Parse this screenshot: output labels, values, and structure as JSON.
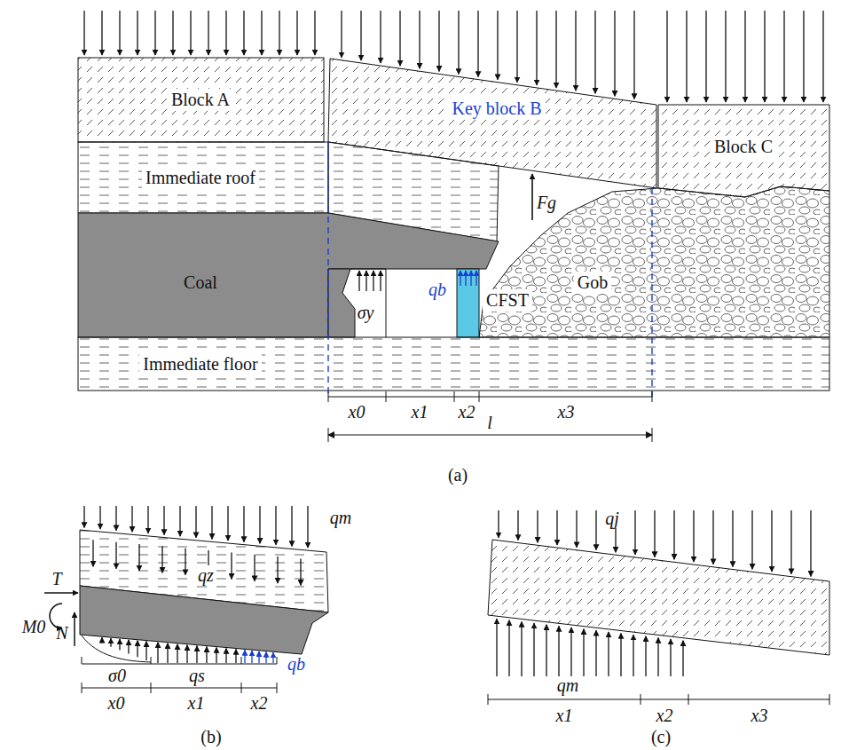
{
  "diagram": {
    "nodes": [
      {
        "text": [
          "Block A"
        ]
      },
      {
        "text": [
          "Key block B"
        ]
      },
      {
        "text": [
          "Block C"
        ]
      },
      {
        "text": [
          "Immediate roof"
        ]
      },
      {
        "text": [
          "Coal"
        ]
      },
      {
        "text": [
          "CFST"
        ]
      },
      {
        "text": [
          "Gob"
        ]
      },
      {
        "text": [
          "Immediate floor"
        ]
      }
    ],
    "labels": [
      "σy",
      "qb",
      "Fg",
      "x0",
      "x1",
      "x2",
      "x3",
      "l",
      "(a)",
      "qm",
      "qz",
      "T",
      "M0",
      "N",
      "σ0",
      "qs",
      "qb",
      "x0",
      "x1",
      "x2",
      "(b)",
      "qj",
      "qm",
      "x1",
      "x2",
      "x3",
      "(c)"
    ]
  }
}
